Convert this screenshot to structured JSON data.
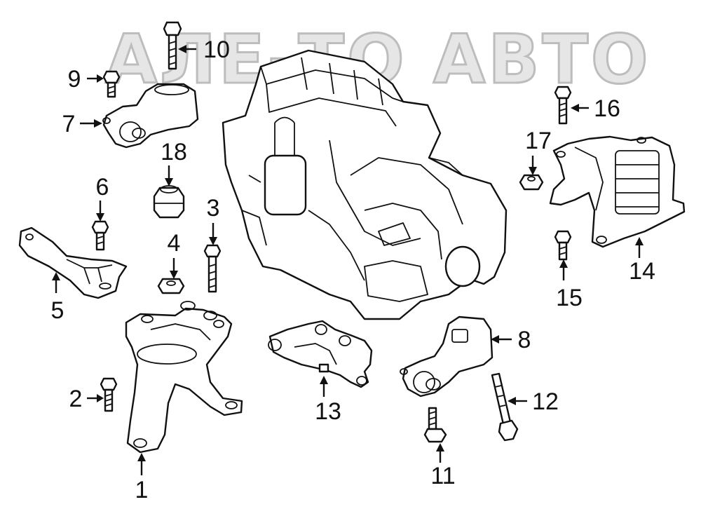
{
  "watermark": {
    "text": "АЛЕ-ТО АВТО",
    "color": "#cfcfcf"
  },
  "colors": {
    "line": "#111111",
    "background": "#ffffff"
  },
  "callouts": {
    "c1": "1",
    "c2": "2",
    "c3": "3",
    "c4": "4",
    "c5": "5",
    "c6": "6",
    "c7": "7",
    "c8": "8",
    "c9": "9",
    "c10": "10",
    "c11": "11",
    "c12": "12",
    "c13": "13",
    "c14": "14",
    "c15": "15",
    "c16": "16",
    "c17": "17",
    "c18": "18"
  }
}
